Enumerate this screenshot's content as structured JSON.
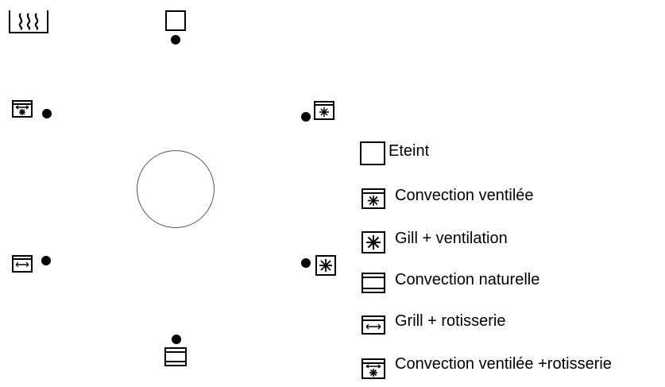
{
  "dial": {
    "positions": [
      {
        "mode": "off",
        "icon": "off-square-icon"
      },
      {
        "mode": "convection-ventilee",
        "icon": "fan-top-element-icon"
      },
      {
        "mode": "gril-ventilation",
        "icon": "fan-icon"
      },
      {
        "mode": "convection-naturelle",
        "icon": "top-bottom-element-icon"
      },
      {
        "mode": "grill-rotisserie",
        "icon": "grill-rotisserie-icon"
      },
      {
        "mode": "convection-ventilee-rotisserie",
        "icon": "fan-rotisserie-icon"
      },
      {
        "mode": "warming",
        "icon": "heat-waves-icon"
      }
    ]
  },
  "legend": [
    {
      "label": "Eteint",
      "icon": "off-square-icon"
    },
    {
      "label": "Convection ventilée",
      "icon": "fan-top-element-icon"
    },
    {
      "label": "Gill + ventilation",
      "icon": "fan-icon"
    },
    {
      "label": "Convection naturelle",
      "icon": "top-bottom-element-icon"
    },
    {
      "label": "Grill + rotisserie",
      "icon": "grill-rotisserie-icon"
    },
    {
      "label": "Convection ventilée +rotisserie",
      "icon": "fan-rotisserie-icon"
    }
  ]
}
